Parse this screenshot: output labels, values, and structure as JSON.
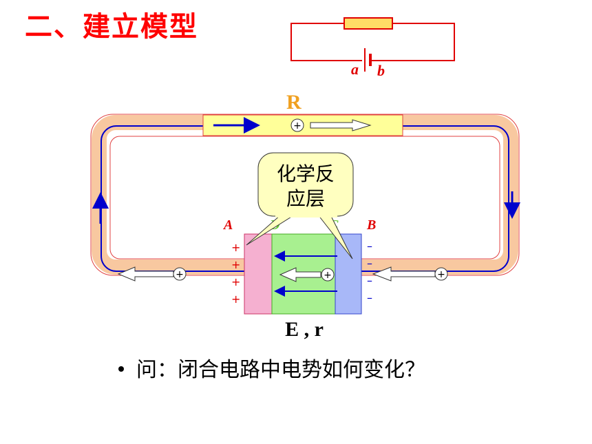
{
  "title": "二、建立模型",
  "small_circuit": {
    "label_a": "a",
    "label_b": "b"
  },
  "resistor_label": "R",
  "bubble": {
    "line1": "化学反",
    "line2": "应层"
  },
  "region_labels": {
    "A": "A",
    "B": "B",
    "C": "C",
    "D": "D"
  },
  "plus_sign": "+",
  "minus_sign": "–",
  "charge_symbol": "+",
  "emf_label": "E , r",
  "question": "问：闭合电路中电势如何变化？",
  "colors": {
    "title": "#ff0000",
    "resistor_label": "#f0a020",
    "wire_fill": "#f8d0a8",
    "current": "#0000cc",
    "resistor_fill": "#ffff99",
    "left_plate": "#f5b0d0",
    "middle": "#a8f090",
    "right_plate": "#a8b8f8",
    "bubble": "#ffffc0"
  }
}
